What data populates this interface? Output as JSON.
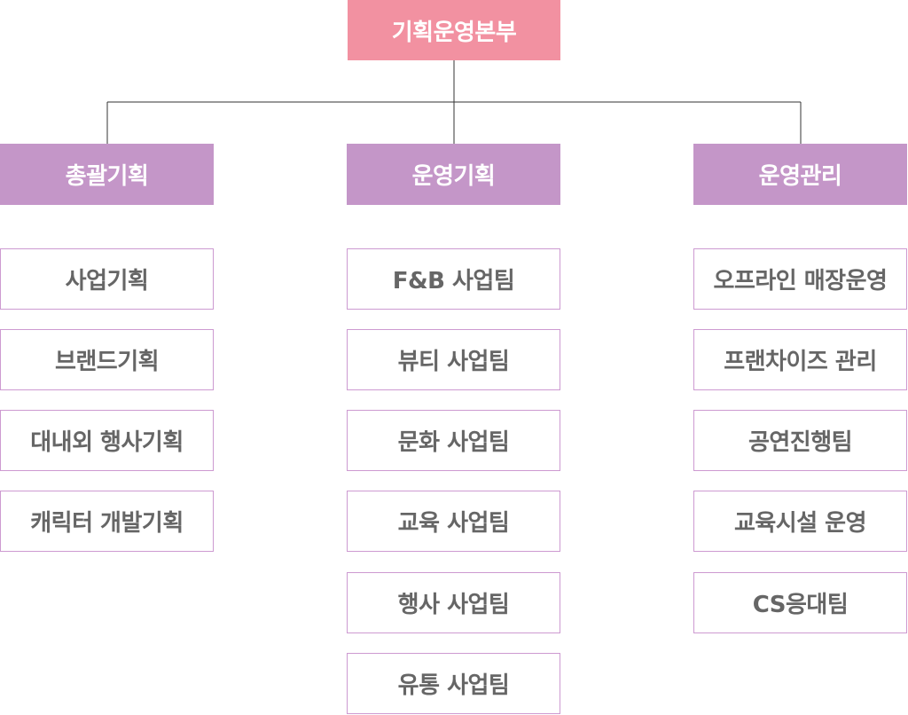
{
  "root": {
    "label": "기획운영본부"
  },
  "departments": [
    {
      "label": "총괄기획",
      "teams": [
        "사업기획",
        "브랜드기획",
        "대내외 행사기획",
        "캐릭터 개발기획"
      ]
    },
    {
      "label": "운영기획",
      "teams": [
        "F&B 사업팀",
        "뷰티 사업팀",
        "문화 사업팀",
        "교육 사업팀",
        "행사 사업팀",
        "유통 사업팀"
      ]
    },
    {
      "label": "운영관리",
      "teams": [
        "오프라인 매장운영",
        "프랜차이즈 관리",
        "공연진행팀",
        "교육시설 운영",
        "CS응대팀"
      ]
    }
  ],
  "colors": {
    "root_fill": "#f291a1",
    "department_fill": "#c496c8",
    "team_border": "#cd9ad1",
    "team_text": "#666666",
    "connector": "#333333"
  }
}
